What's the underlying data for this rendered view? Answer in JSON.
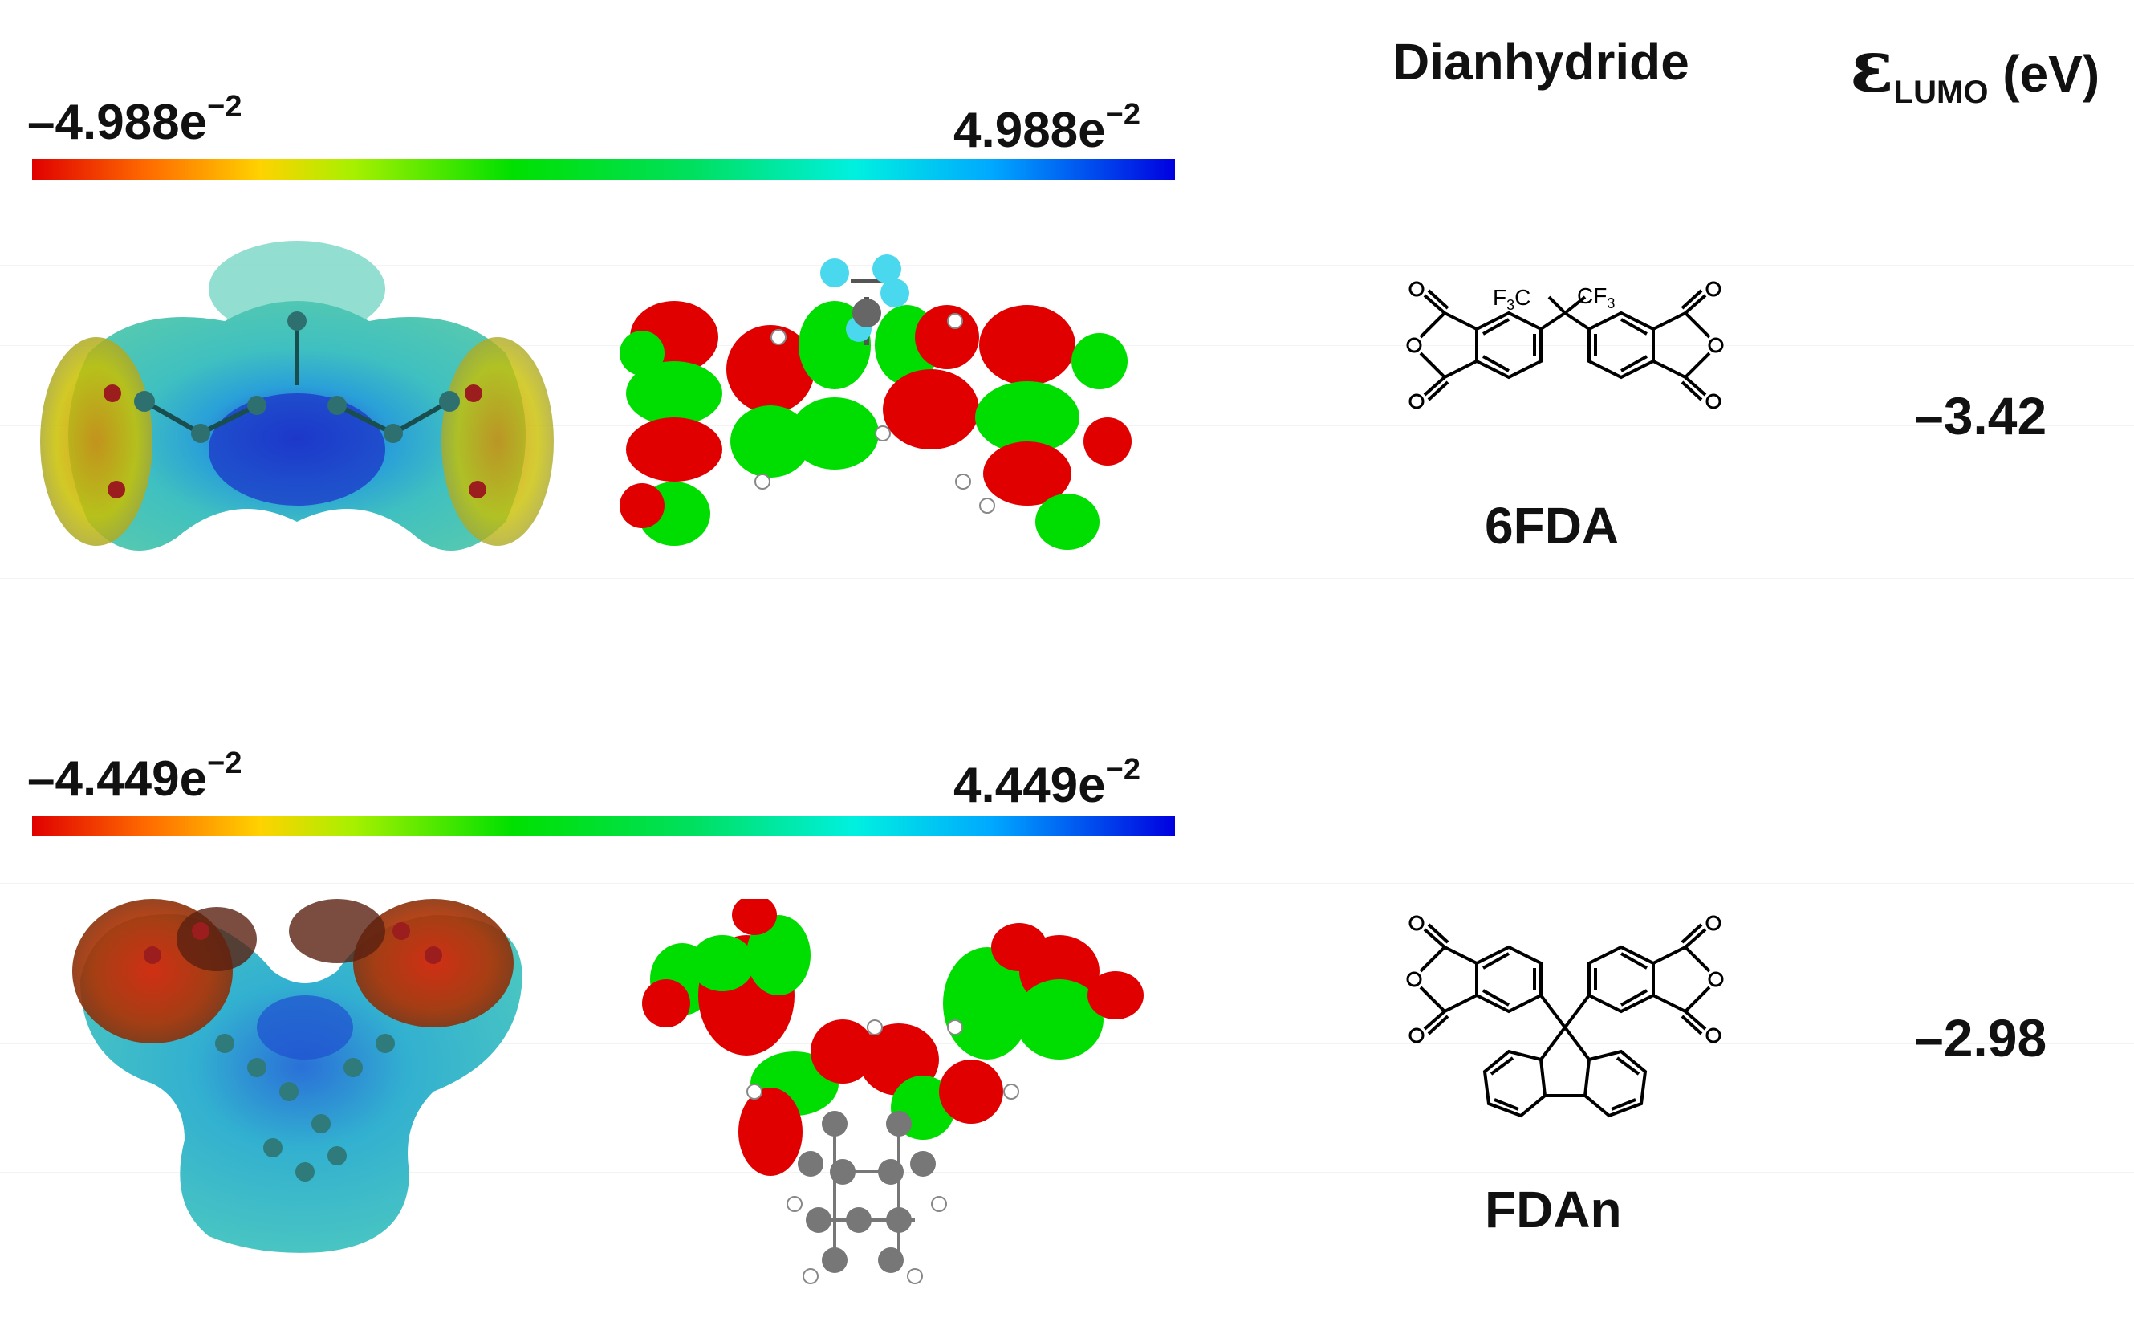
{
  "header": {
    "dianhydride_label": "Dianhydride",
    "energy_symbol": "ε",
    "energy_subscript": "LUMO",
    "energy_unit": "(eV)"
  },
  "rows": [
    {
      "name": "6FDA",
      "lumo": "–3.42",
      "scale_min": "–4.988e",
      "scale_max": "4.988e",
      "scale_exp": "−2",
      "structure_labels": {
        "left_group": "F",
        "left_sub": "3",
        "left_c": "C",
        "right_group": "CF",
        "right_sub": "3"
      }
    },
    {
      "name": "FDAn",
      "lumo": "–2.98",
      "scale_min": "–4.449e",
      "scale_max": "4.449e",
      "scale_exp": "−2"
    }
  ],
  "colors": {
    "mo_positive": "#00dd00",
    "mo_negative": "#e00000",
    "esp_low": "#e00000",
    "esp_high": "#0000e0"
  }
}
